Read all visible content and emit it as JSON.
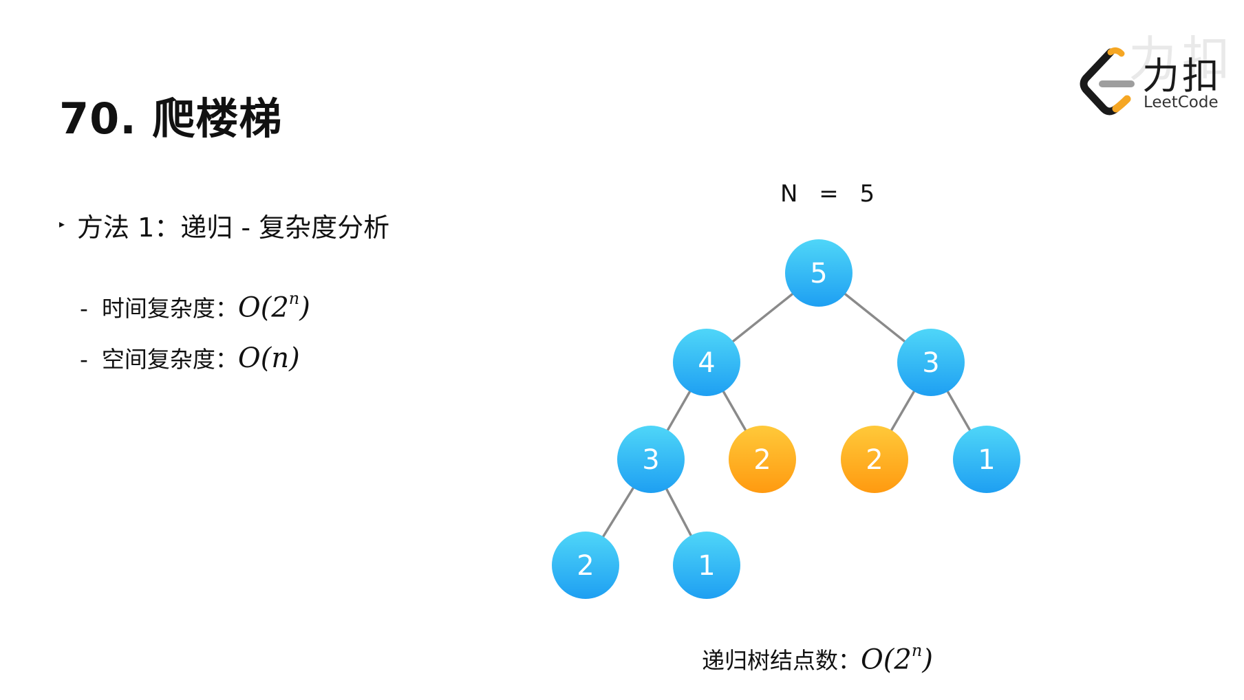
{
  "title": "70. 爬楼梯",
  "bullet": {
    "text": "方法 1：递归 - 复杂度分析"
  },
  "complexity": {
    "time_label": "时间复杂度：",
    "time_math": "O(2",
    "time_sup": "n",
    "time_close": ")",
    "space_label": "空间复杂度：",
    "space_math": "O(n)",
    "dash": "-"
  },
  "diagram": {
    "n_label": "N = 5",
    "nodes": [
      {
        "id": "root",
        "value": "5",
        "color": "blue"
      },
      {
        "id": "l",
        "value": "4",
        "color": "blue"
      },
      {
        "id": "r",
        "value": "3",
        "color": "blue"
      },
      {
        "id": "ll",
        "value": "3",
        "color": "blue"
      },
      {
        "id": "lr",
        "value": "2",
        "color": "orange"
      },
      {
        "id": "rl",
        "value": "2",
        "color": "orange"
      },
      {
        "id": "rr",
        "value": "1",
        "color": "blue"
      },
      {
        "id": "lll",
        "value": "2",
        "color": "blue"
      },
      {
        "id": "llr",
        "value": "1",
        "color": "blue"
      }
    ],
    "edges": [
      [
        "root",
        "l"
      ],
      [
        "root",
        "r"
      ],
      [
        "l",
        "ll"
      ],
      [
        "l",
        "lr"
      ],
      [
        "r",
        "rl"
      ],
      [
        "r",
        "rr"
      ],
      [
        "ll",
        "lll"
      ],
      [
        "ll",
        "llr"
      ]
    ],
    "node_count_label": "递归树结点数：",
    "node_count_math": "O(2",
    "node_count_sup": "n",
    "node_count_close": ")"
  },
  "colors": {
    "blue_top": "#4fd6f8",
    "blue_bottom": "#1e9ff2",
    "orange_top": "#ffc93a",
    "orange_bottom": "#ff9a10",
    "edge": "#8a8a8a"
  },
  "logo": {
    "cn": "力扣",
    "en": "LeetCode",
    "icon": "leetcode-logo-icon"
  }
}
